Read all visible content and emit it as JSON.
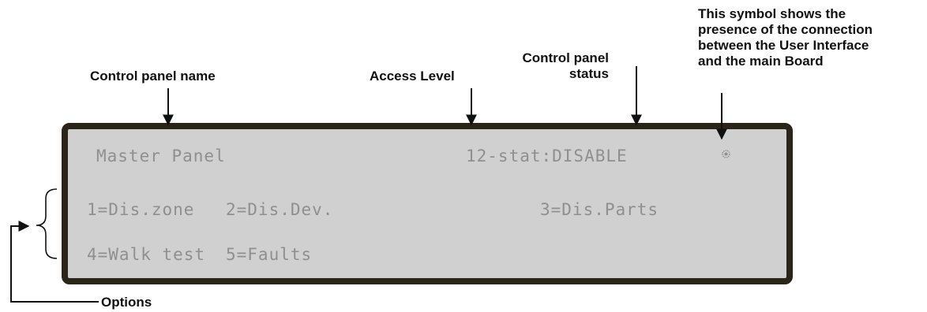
{
  "annotations": {
    "panel_name": "Control panel name",
    "access_level": "Access Level",
    "panel_status_line1": "Control panel",
    "panel_status_line2": "status",
    "symbol_line1": "This symbol shows the",
    "symbol_line2": "presence of the connection",
    "symbol_line3": "between the User Interface",
    "symbol_line4": "and the main Board",
    "options": "Options"
  },
  "display": {
    "panel_name": "Master Panel",
    "status": "12-stat:DISABLE",
    "options": [
      "1=Dis.zone",
      "2=Dis.Dev.",
      "3=Dis.Parts",
      "4=Walk test",
      "5=Faults"
    ]
  },
  "icons": {
    "connection": "connection-dot-icon"
  },
  "colors": {
    "lcd_background": "#d0d0d0",
    "lcd_frame": "#2b2418",
    "lcd_text": "#8f8f8f",
    "annotation_text": "#111111"
  }
}
